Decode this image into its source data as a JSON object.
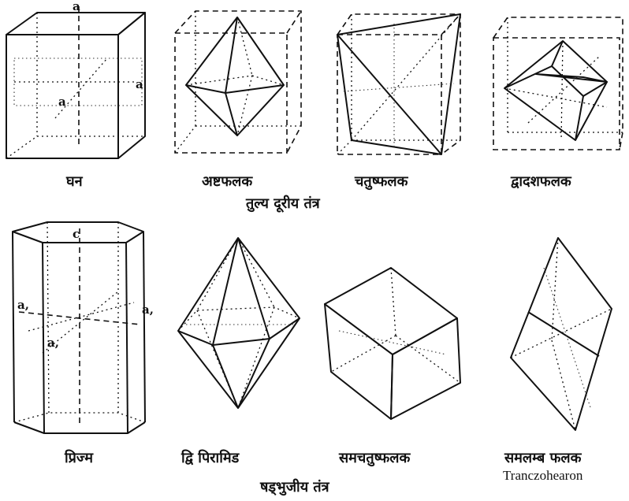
{
  "top_row": {
    "cube": {
      "label": "घन",
      "axis_top": "a",
      "axis_right": "a",
      "axis_front": "a"
    },
    "octahedron": {
      "label": "अष्टफलक"
    },
    "tetrahedron": {
      "label": "चतुष्फलक"
    },
    "dodecahedron": {
      "label": "द्वादशफलक"
    },
    "system_caption": "तुल्य दूरीय तंत्र"
  },
  "bottom_row": {
    "prism": {
      "label": "प्रिज्म",
      "axis_top": "c",
      "axis_left": "a,",
      "axis_right": "a,",
      "axis_front": "a,"
    },
    "bipyramid": {
      "label": "द्वि पिरामिड"
    },
    "rhombohedron": {
      "label": "समचतुष्फलक"
    },
    "trapezohedron": {
      "label": "समलम्ब फलक",
      "latin_label": "Tranczohearon"
    },
    "system_caption": "षड्भुजीय तंत्र"
  }
}
